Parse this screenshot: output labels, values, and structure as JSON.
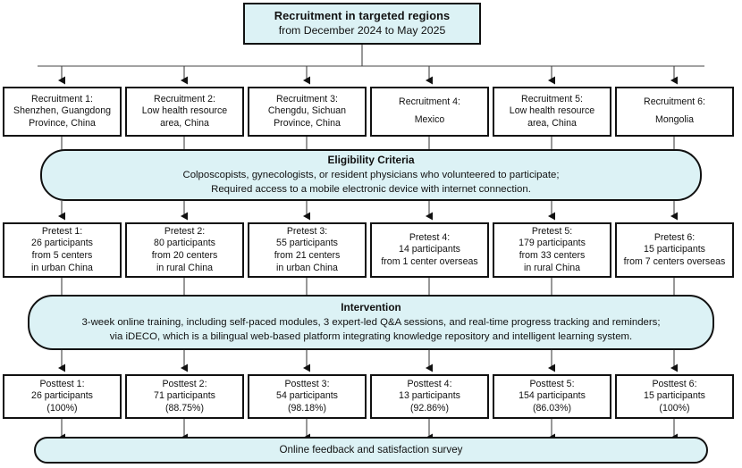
{
  "diagram": {
    "title": "Recruitment in targeted regions",
    "subtitle": "from December 2024 to May 2025",
    "colors": {
      "band_fill": "#dcf2f5",
      "box_fill": "#ffffff",
      "stroke": "#111111",
      "background": "#ffffff"
    }
  },
  "recruitment": [
    {
      "head": "Recruitment 1:",
      "l2": "Shenzhen, Guangdong",
      "l3": "Province, China"
    },
    {
      "head": "Recruitment 2:",
      "l2": "Low health resource",
      "l3": "area, China"
    },
    {
      "head": "Recruitment 3:",
      "l2": "Chengdu, Sichuan",
      "l3": "Province, China"
    },
    {
      "head": "Recruitment 4:",
      "l2": "Mexico",
      "l3": ""
    },
    {
      "head": "Recruitment 5:",
      "l2": "Low health resource",
      "l3": "area, China"
    },
    {
      "head": "Recruitment 6:",
      "l2": "Mongolia",
      "l3": ""
    }
  ],
  "eligibility": {
    "title": "Eligibility Criteria",
    "line1": "Colposcopists, gynecologists, or resident physicians who volunteered to participate;",
    "line2": "Required access to a mobile electronic device with internet connection."
  },
  "pretest": [
    {
      "head": "Pretest 1:",
      "l2": "26 participants",
      "l3": "from 5 centers",
      "l4": "in urban China"
    },
    {
      "head": "Pretest 2:",
      "l2": "80 participants",
      "l3": "from 20 centers",
      "l4": "in rural China"
    },
    {
      "head": "Pretest 3:",
      "l2": "55 participants",
      "l3": "from 21 centers",
      "l4": "in urban China"
    },
    {
      "head": "Pretest 4:",
      "l2": "14 participants",
      "l3": "from 1 center overseas",
      "l4": ""
    },
    {
      "head": "Pretest 5:",
      "l2": "179 participants",
      "l3": "from 33 centers",
      "l4": "in rural China"
    },
    {
      "head": "Pretest 6:",
      "l2": "15 participants",
      "l3": "from 7 centers overseas",
      "l4": ""
    }
  ],
  "intervention": {
    "title": "Intervention",
    "line1": "3-week online training, including self-paced modules, 3 expert-led Q&A sessions, and real-time progress tracking and reminders;",
    "line2": "via iDECO, which is a bilingual web-based platform integrating knowledge repository and intelligent learning system."
  },
  "posttest": [
    {
      "head": "Posttest 1:",
      "l2": "26 participants",
      "l3": "(100%)"
    },
    {
      "head": "Posttest 2:",
      "l2": "71 participants",
      "l3": "(88.75%)"
    },
    {
      "head": "Posttest 3:",
      "l2": "54 participants",
      "l3": "(98.18%)"
    },
    {
      "head": "Posttest 4:",
      "l2": "13 participants",
      "l3": "(92.86%)"
    },
    {
      "head": "Posttest 5:",
      "l2": "154 participants",
      "l3": "(86.03%)"
    },
    {
      "head": "Posttest 6:",
      "l2": "15 participants",
      "l3": "(100%)"
    }
  ],
  "survey": {
    "label": "Online feedback and satisfaction survey"
  }
}
